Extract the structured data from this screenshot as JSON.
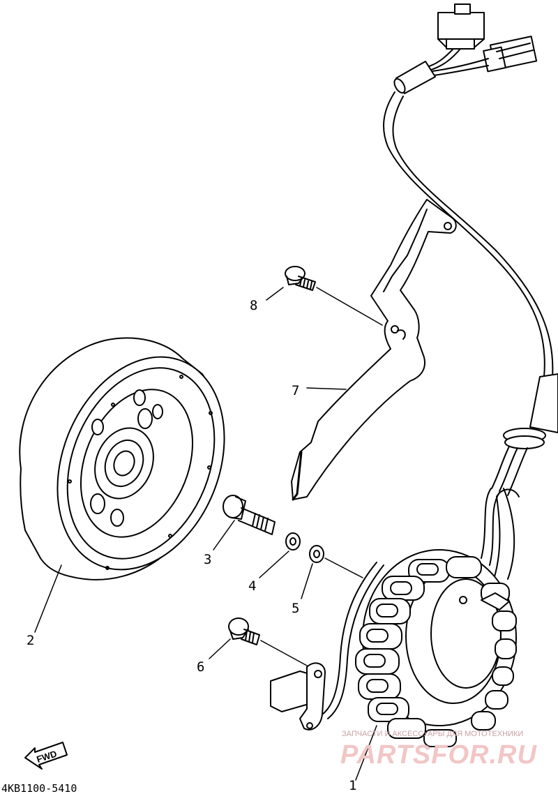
{
  "diagram": {
    "part_labels": [
      "1",
      "2",
      "3",
      "4",
      "5",
      "6",
      "7",
      "8"
    ],
    "code": "4KB1100-5410",
    "fwd": "FWD",
    "watermark_top": "ЗАПЧАСТИ И АКСЕССУАРЫ ДЛЯ МОТОТЕХНИКИ",
    "watermark_brand": "PARTSFOR.RU"
  }
}
